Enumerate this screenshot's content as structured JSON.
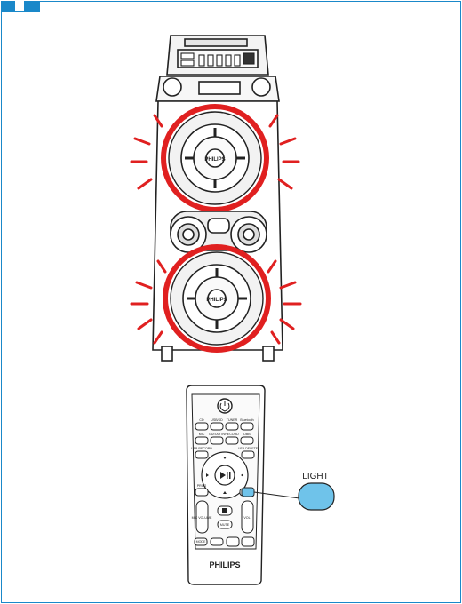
{
  "step_badge": {
    "color": "#1a88c9"
  },
  "speaker": {
    "brand": "PHILIPS",
    "light_color": "#e02020"
  },
  "remote": {
    "brand": "PHILIPS",
    "power_icon": "power-icon",
    "play_pause_icon": "play-pause-icon",
    "stop_icon": "stop-icon",
    "button_labels": {
      "cd": "CD",
      "usb": "USB/SD",
      "tuner": "TUNER",
      "bluetooth": "Bluetooth",
      "mic": "MIC",
      "guitar": "GUITAR IN",
      "record": "RECORD",
      "dbb": "DBB",
      "usb_record": "USB RECORD",
      "usb_delete": "USB DELETE",
      "prog": "PROG",
      "vol": "VOL",
      "mic_volume": "MIC VOLUME",
      "mute": "MUTE",
      "mode": "MODE"
    }
  },
  "callout": {
    "label": "LIGHT",
    "color": "#6fc3ea"
  }
}
